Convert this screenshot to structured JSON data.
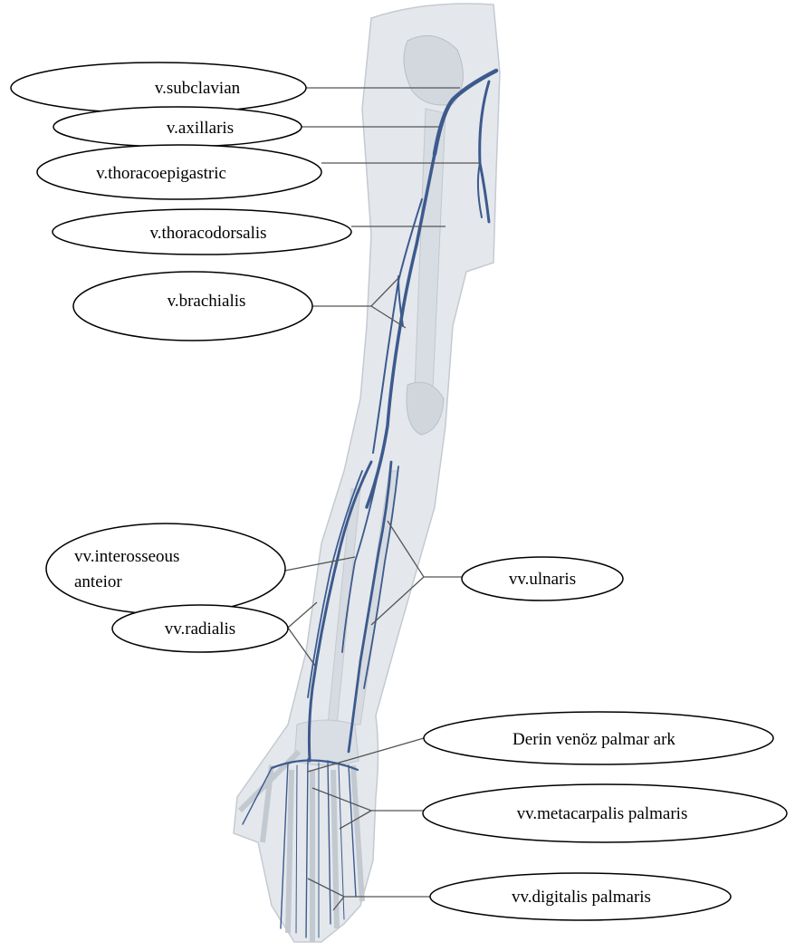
{
  "labels": {
    "subclavian": "v.subclavian",
    "axillaris": "v.axillaris",
    "thoracoepigastric": "v.thoracoepigastric",
    "thoracodorsalis": "v.thoracodorsalis",
    "brachialis": "v.brachialis",
    "interosseous_line1": "vv.interosseous",
    "interosseous_line2": "anteior",
    "radialis": "vv.radialis",
    "ulnaris": "vv.ulnaris",
    "palmar_ark": "Derin venöz palmar ark",
    "metacarpalis": "vv.metacarpalis  palmaris",
    "digitalis": "vv.digitalis palmaris"
  },
  "colors": {
    "vein": "#3d5a8e",
    "limb_fill": "#e4e8ec",
    "limb_shade": "#c9cfd6",
    "leader": "#555555"
  }
}
